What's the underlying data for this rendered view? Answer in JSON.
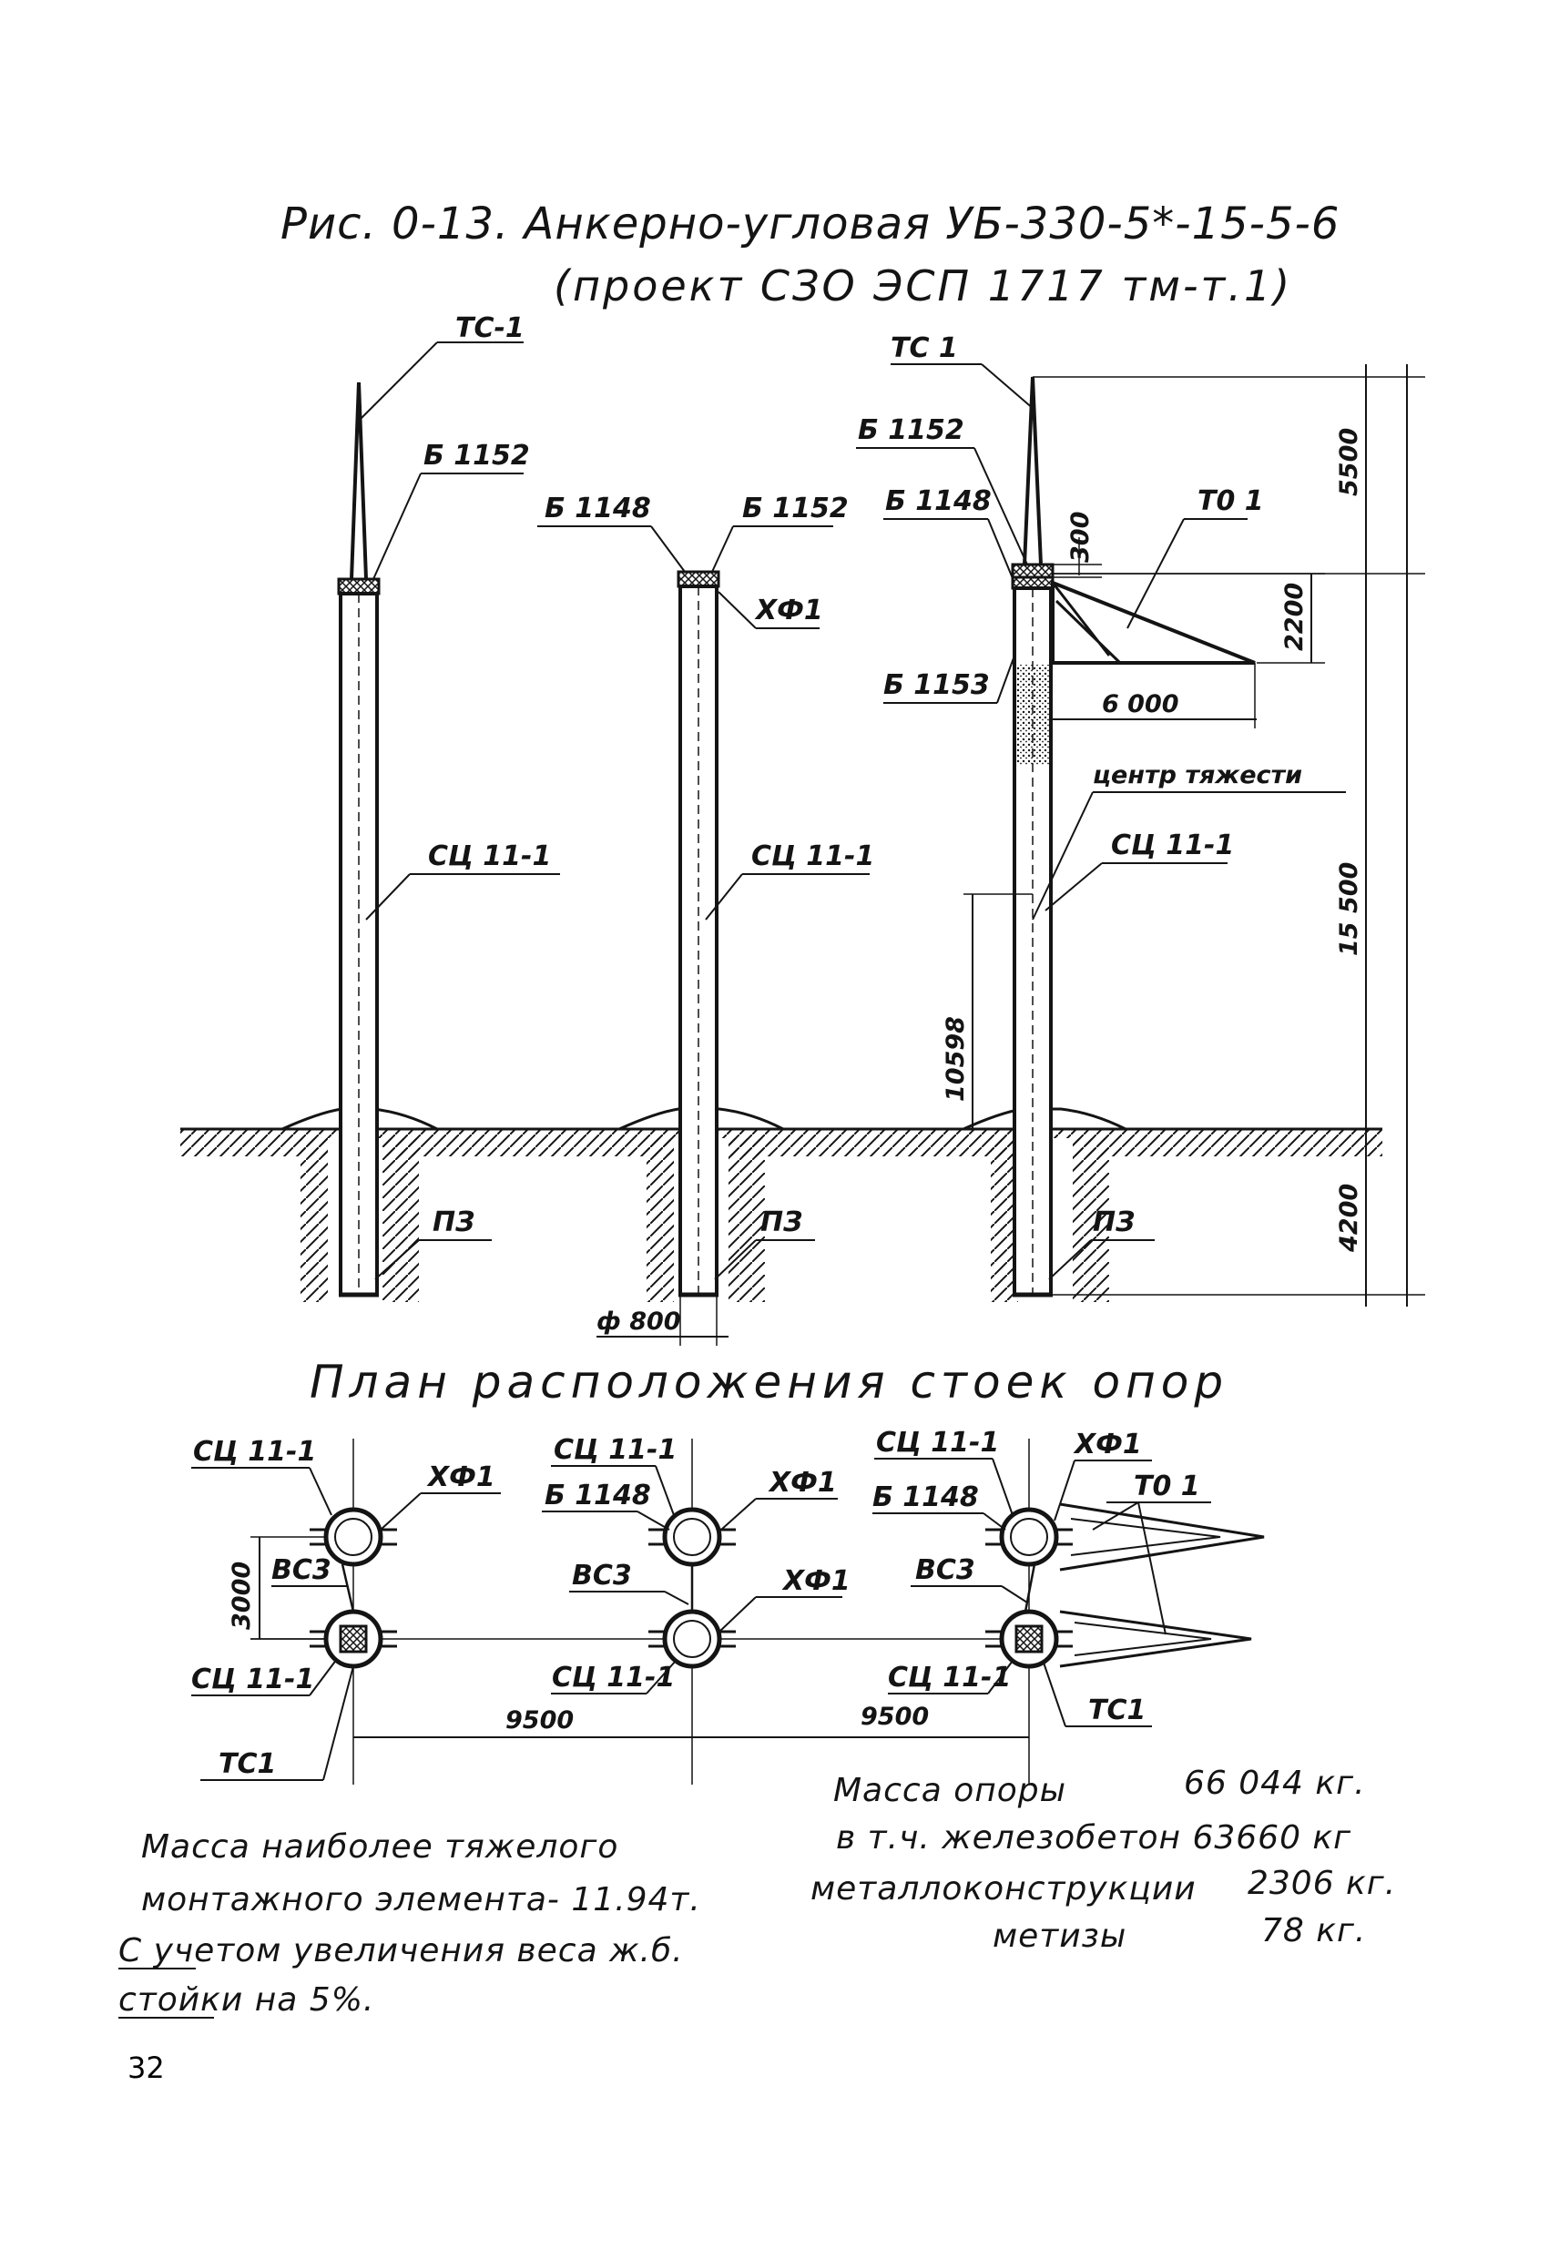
{
  "header": {
    "title": "Рис. 0-13. Анкерно-угловая УБ-330-5*-15-5-6",
    "subtitle": "(проект СЗО ЭСП 1717 тм-т.1)"
  },
  "elevation": {
    "poles": [
      {
        "top_label": "ТС-1",
        "labels": [
          "Б 1152",
          "СЦ 11-1",
          "ПЗ"
        ]
      },
      {
        "labels": [
          "Б 1148",
          "Б 1152",
          "ХФ1",
          "СЦ 11-1",
          "ПЗ"
        ],
        "diameter_label": "ф 800"
      },
      {
        "top_label": "ТС 1",
        "labels": [
          "Б 1152",
          "Б 1148",
          "Т0 1",
          "Б 1153",
          "СЦ 11-1",
          "ПЗ"
        ],
        "center_label": "центр тяжести",
        "traverse_length": "6 000",
        "dim_300": "300",
        "dim_2200": "2200",
        "dim_10598": "10598"
      }
    ],
    "height_dims": [
      "5500",
      "15 500",
      "4200"
    ]
  },
  "plan": {
    "title": "План расположения стоек опор",
    "spacing_labels": [
      "9500",
      "9500"
    ],
    "row_spacing": "3000",
    "labels": {
      "p1_top": "СЦ 11-1",
      "p1_xf": "ХФ1",
      "p1_vs": "ВС3",
      "p1_bottom": "СЦ 11-1",
      "p1_tc": "ТС1",
      "p2_top": "СЦ 11-1",
      "p2_b": "Б 1148",
      "p2_xf": "ХФ1",
      "p2_vs": "ВС3",
      "p2_xf2": "ХФ1",
      "p2_bottom": "СЦ 11-1",
      "p3_top": "СЦ 11-1",
      "p3_xf": "ХФ1",
      "p3_t0": "Т0 1",
      "p3_b": "Б 1148",
      "p3_vs": "ВС3",
      "p3_bottom": "СЦ 11-1",
      "p3_tc": "ТС1"
    }
  },
  "notes": {
    "heaviest_line1": "Масса наиболее тяжелого",
    "heaviest_line2": "монтажного элемента- 11.94т.",
    "heaviest_line3": "С учетом увеличения веса ж.б.",
    "heaviest_line4": "стойки на 5%.",
    "mass_title": "Масса опоры",
    "mass_total": "66 044 кг.",
    "mass_concrete": "в т.ч. железобетон 63660 кг",
    "mass_metal_label": "металлоконструкции",
    "mass_metal": "2306 кг.",
    "mass_hardware_label": "метизы",
    "mass_hardware": "78 кг."
  },
  "page_number": "32"
}
